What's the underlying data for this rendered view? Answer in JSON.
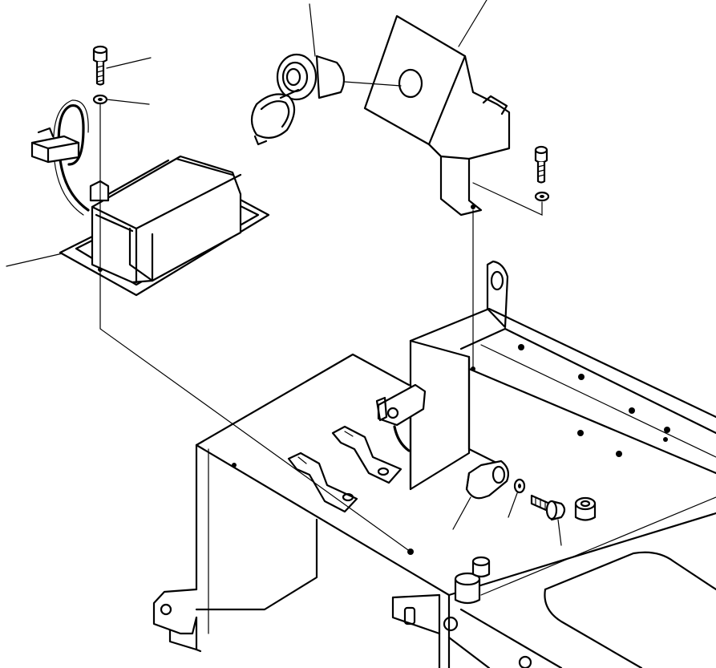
{
  "diagram": {
    "kind": "exploded parts illustration",
    "background": "#ffffff",
    "line_color": "#000000",
    "labels": [],
    "parts": [
      "mounting-bolt-left",
      "washer-left",
      "fuse-box",
      "wire-harness-loop",
      "fuse-box-bracket",
      "cigarette-lighter-socket",
      "socket-cap",
      "socket-bracket-plate",
      "mounting-bolt-right",
      "washer-right",
      "console-frame",
      "wire-clip",
      "clamp",
      "washer-small",
      "flange-bolt",
      "spacer-collar",
      "ground-terminal",
      "cable-clamp-left",
      "cable-clamp-center"
    ]
  }
}
